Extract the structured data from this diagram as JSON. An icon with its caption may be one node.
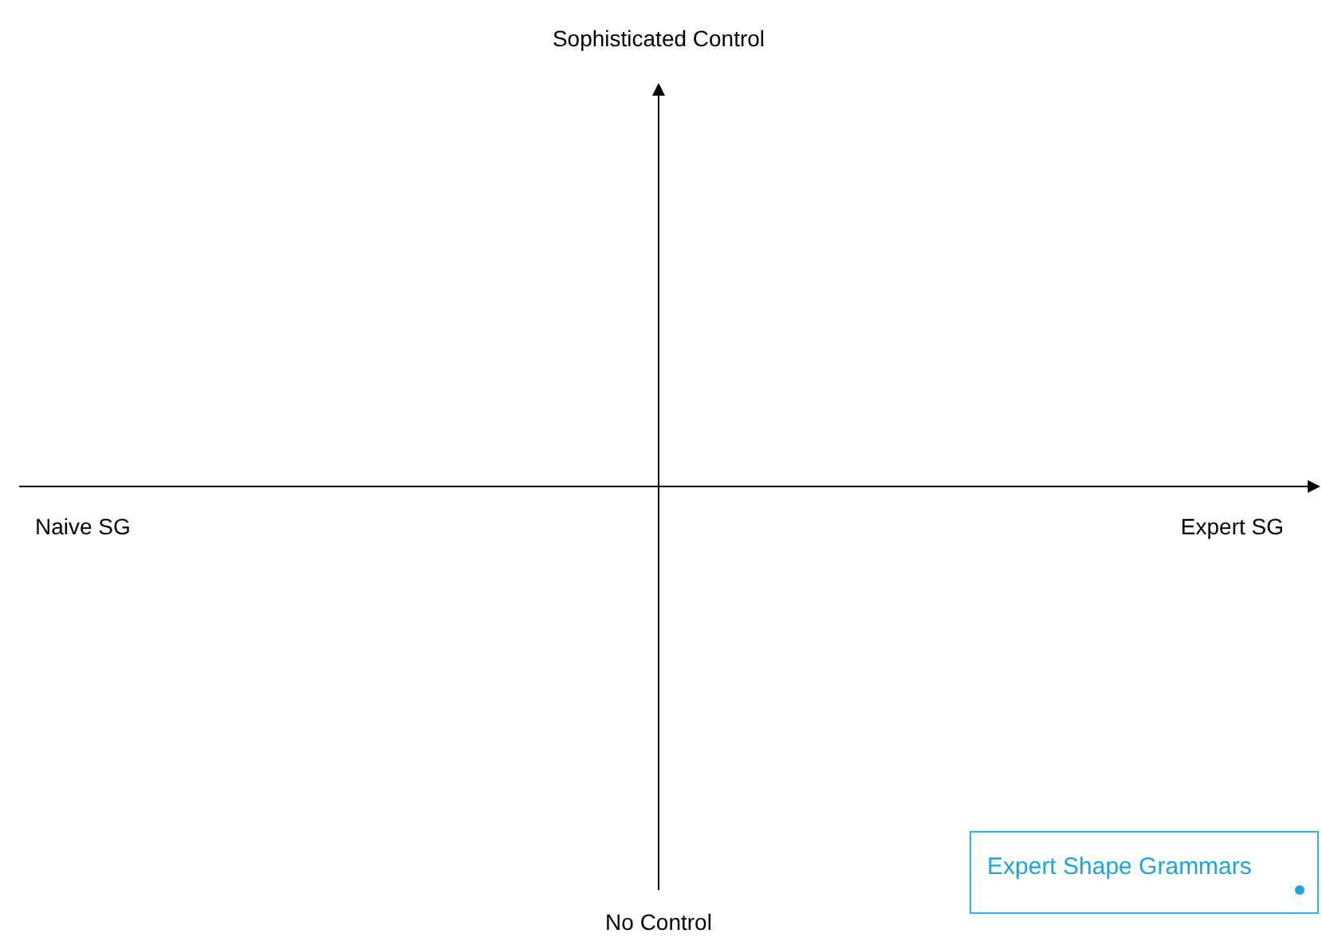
{
  "diagram": {
    "nodes": [
      {
        "text": [
          "Expert Shape Grammars"
        ]
      }
    ],
    "labels": [
      "Sophisticated Control",
      "Naive SG",
      "Expert SG",
      "No Control"
    ]
  }
}
